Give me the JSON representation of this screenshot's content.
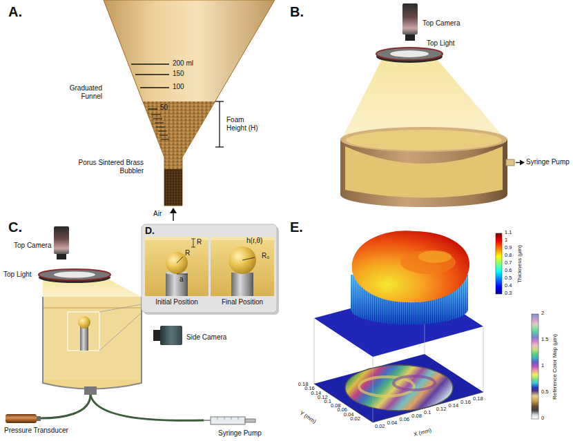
{
  "diagram": {
    "nodes": [
      {
        "text": [
          "D."
        ]
      },
      {
        "text": [
          "R",
          "R",
          "a",
          "Initial Position"
        ],
        "in": 0
      },
      {
        "text": [
          "h(r,θ)",
          "R₀",
          "Final Position"
        ],
        "in": 0
      }
    ],
    "labels": [
      "A.",
      "200 ml",
      "150",
      "100",
      "50",
      "Graduated Funnel",
      "Foam Height (H)",
      "Porus Sintered Brass Bubbler",
      "Air",
      "B.",
      "Top Camera",
      "Top Light",
      "Syringe Pump",
      "C.",
      "Top Camera",
      "Top Light",
      "Side Camera",
      "Pressure Transducer",
      "Syringe Pump",
      "E.",
      "Thickness (μm)",
      "1.1",
      "1",
      "0.9",
      "0.8",
      "0.7",
      "0.6",
      "0.5",
      "0.4",
      "0.3",
      "Reference Color Map (μm)",
      "2",
      "1.5",
      "1",
      "0.5",
      "0",
      "Y (mm)",
      "0.18",
      "0.16",
      "0.14",
      "0.12",
      "0.1",
      "0.08",
      "0.06",
      "0.04",
      "0.02",
      "X (mm)",
      "0.02",
      "0.04",
      "0.06",
      "0.08",
      "0.1",
      "0.12",
      "0.14",
      "0.16",
      "0.18"
    ]
  }
}
